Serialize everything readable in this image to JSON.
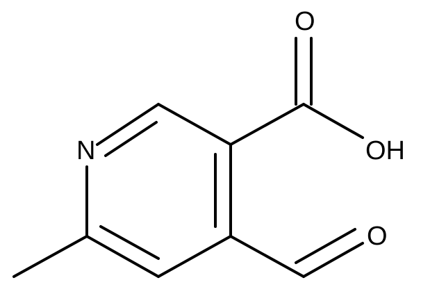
{
  "molecule": {
    "atoms": {
      "ring_nitrogen": "N",
      "aldehyde_oxygen": "O",
      "carbonyl_oxygen": "O",
      "hydroxyl": "OH"
    },
    "colors": {
      "bond": "#000000",
      "label": "#000000",
      "background": "#ffffff"
    }
  }
}
